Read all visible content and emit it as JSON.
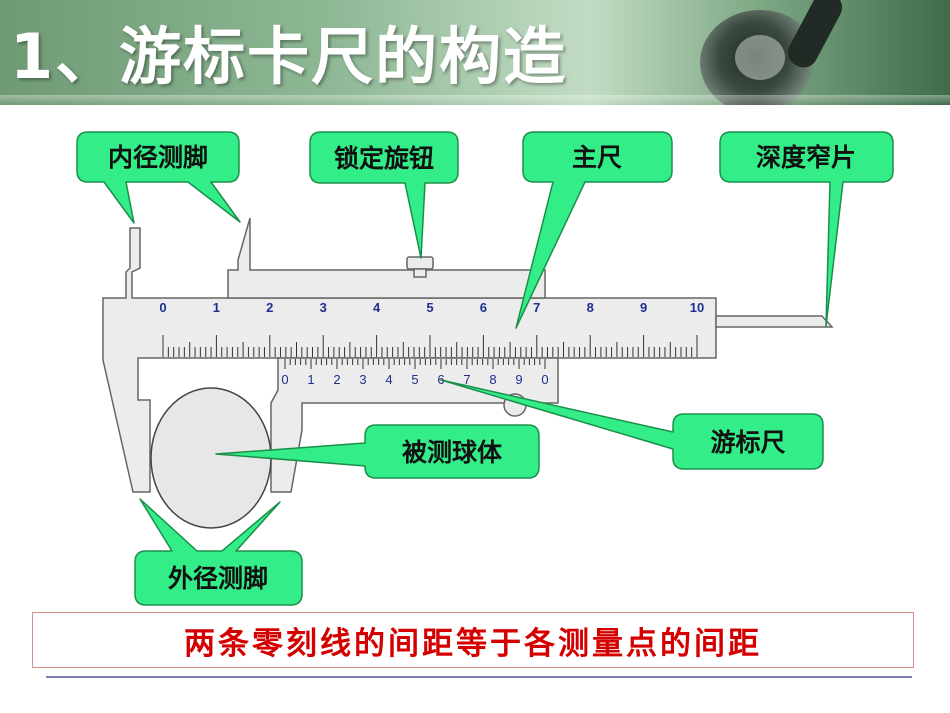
{
  "title": "1、游标卡尺的构造",
  "labels": {
    "inner_jaw": "内径测脚",
    "lock_knob": "锁定旋钮",
    "main_scale": "主尺",
    "depth_blade": "深度窄片",
    "vernier": "游标尺",
    "object": "被测球体",
    "outer_jaw": "外径测脚"
  },
  "main_scale_numbers": [
    "0",
    "1",
    "2",
    "3",
    "4",
    "5",
    "6",
    "7",
    "8",
    "9",
    "10"
  ],
  "vernier_numbers": [
    "0",
    "1",
    "2",
    "3",
    "4",
    "5",
    "6",
    "7",
    "8",
    "9",
    "0"
  ],
  "note": "两条零刻线的间距等于各测量点的间距",
  "colors": {
    "callout_fill": "#33ee88",
    "callout_border": "#1a8f4a",
    "caliper_fill": "#ececec",
    "caliper_stroke": "#666666",
    "note_text": "#d40000"
  }
}
